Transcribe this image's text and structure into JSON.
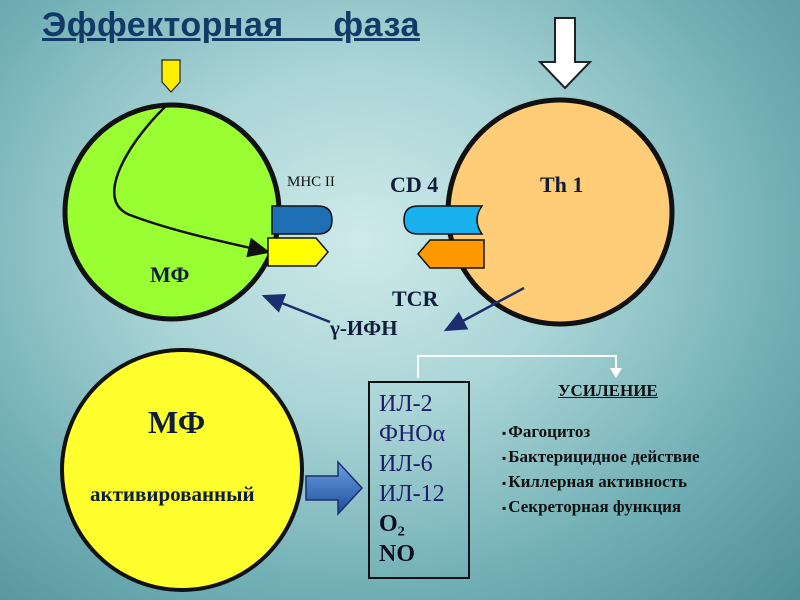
{
  "title": "Эффекторная     фаза",
  "macrophage": {
    "label": "МФ"
  },
  "mhc": {
    "label": "MHC II"
  },
  "cd4": {
    "label": "CD 4"
  },
  "th1": {
    "label": "Th 1"
  },
  "tcr": {
    "label": "TCR"
  },
  "ifn": {
    "symbol": "γ",
    "label": "-ИФН"
  },
  "activated_macrophage": {
    "label": "МФ",
    "sublabel": "активированный"
  },
  "mediators": [
    "ИЛ-2",
    "ФНОα",
    "ИЛ-6",
    "ИЛ-12",
    "O₂",
    "NO"
  ],
  "enhancement": {
    "title": "УСИЛЕНИЕ",
    "items": [
      "Фагоцитоз",
      "Бактерицидное  действие",
      "Киллерная  активность",
      "Секреторная  функция"
    ]
  },
  "colors": {
    "macrophage": "#99ff33",
    "th1": "#ffcc77",
    "activated": "#ffff2e",
    "mhc": "#1f6fb5",
    "cd4": "#19b0ee",
    "tcr": "#ff9900",
    "peptide": "#ffff00"
  }
}
